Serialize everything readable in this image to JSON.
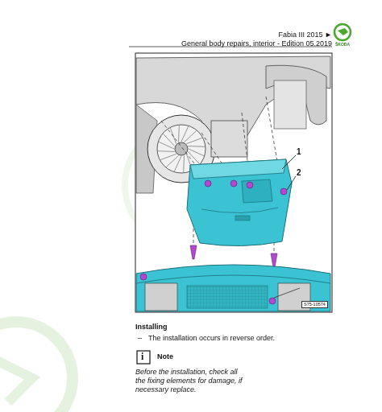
{
  "diagram": {
    "labels": [
      "Fabia III 2015 ►",
      "General body repairs, interior - Edition 05.2019",
      "ŠKODA",
      "1",
      "2",
      "S75-10574",
      "Installing",
      "–",
      "The installation occurs in reverse order.",
      "i",
      "Note",
      "Before the installation, check all the fixing elements for damage, if necessary replace."
    ]
  }
}
